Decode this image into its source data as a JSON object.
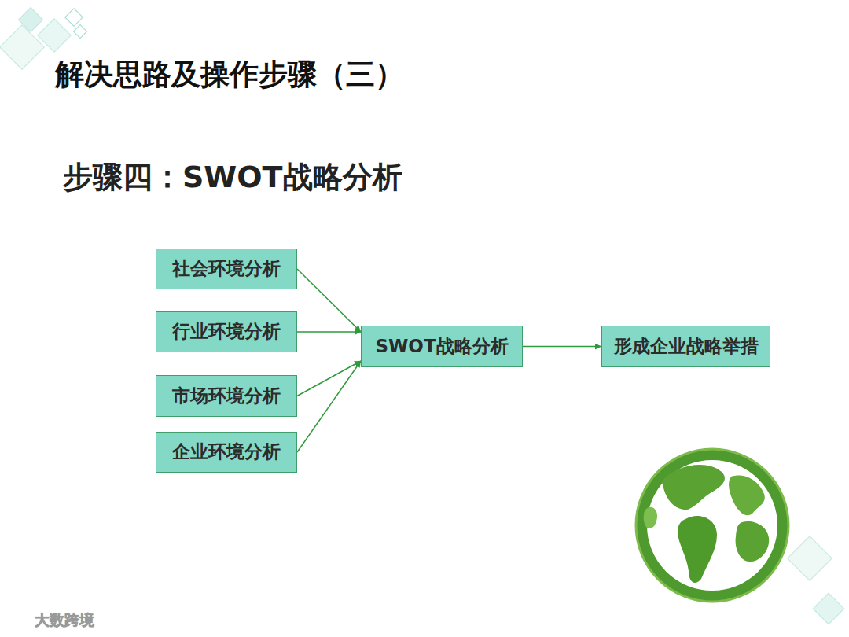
{
  "diagram": {
    "title": "解决思路及操作步骤（三）",
    "nodes": [
      {
        "text": [
          "社会环境分析"
        ]
      },
      {
        "text": [
          "行业环境分析"
        ]
      },
      {
        "text": [
          "市场环境分析"
        ]
      },
      {
        "text": [
          "企业环境分析"
        ]
      },
      {
        "text": [
          "SWOT战略分析"
        ]
      },
      {
        "text": [
          "形成企业战略举措"
        ]
      }
    ],
    "edges": [
      {
        "from": 0,
        "to": 4,
        "arrow": "to"
      },
      {
        "from": 1,
        "to": 4,
        "arrow": "to"
      },
      {
        "from": 2,
        "to": 4,
        "arrow": "to"
      },
      {
        "from": 3,
        "to": 4,
        "arrow": "to"
      },
      {
        "from": 4,
        "to": 5,
        "arrow": "to"
      }
    ],
    "labels": [
      "步骤四：SWOT战略分析",
      "大数跨境"
    ]
  }
}
